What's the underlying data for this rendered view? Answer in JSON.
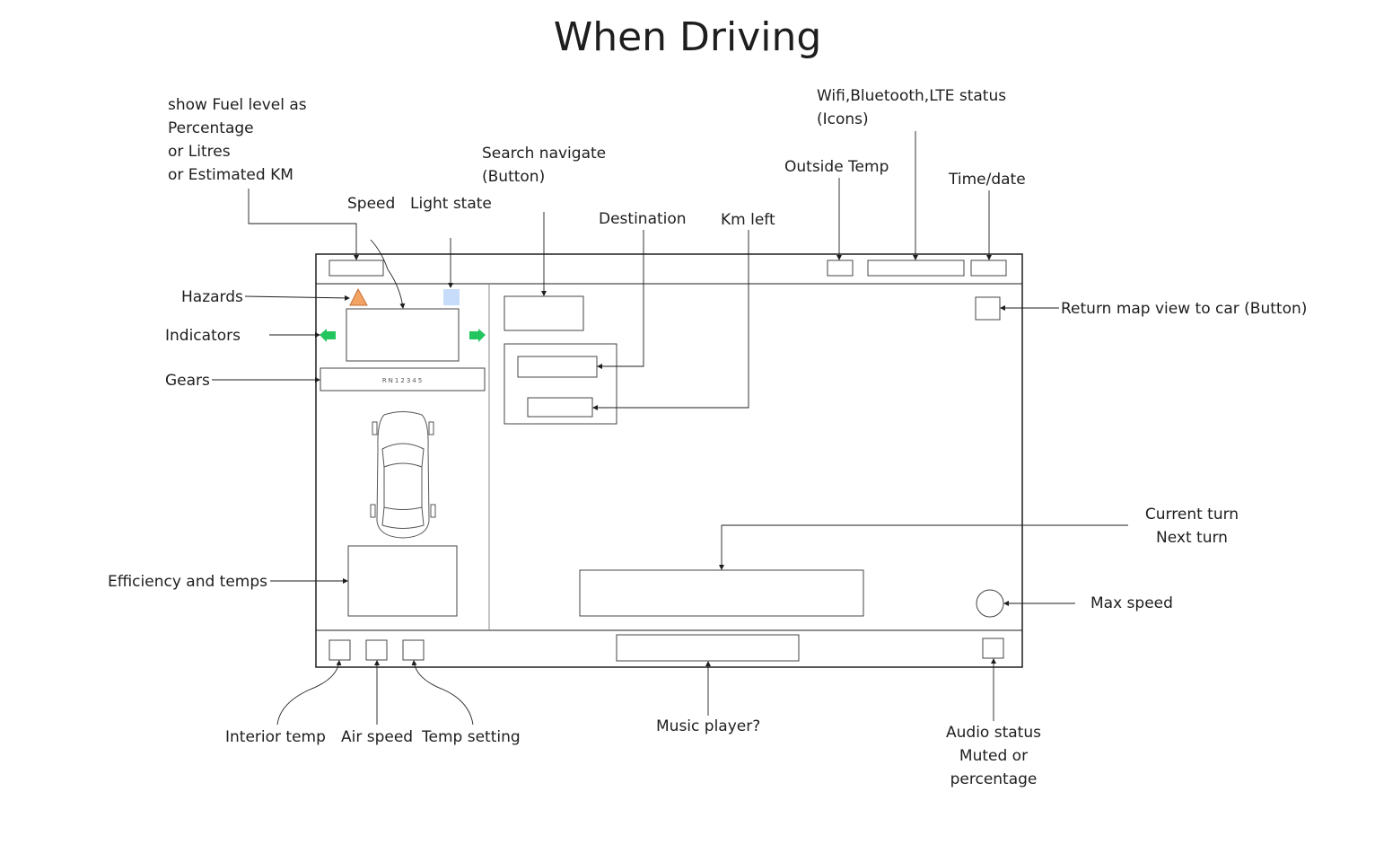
{
  "title": "When Driving",
  "labels": {
    "fuel": [
      "show Fuel level as",
      "Percentage",
      "or Litres",
      "or Estimated KM"
    ],
    "speed": "Speed",
    "light_state": "Light state",
    "search_navigate": [
      "Search navigate",
      "(Button)"
    ],
    "destination": "Destination",
    "km_left": "Km left",
    "outside_temp": "Outside Temp",
    "connectivity": [
      "Wifi,Bluetooth,LTE status",
      "(Icons)"
    ],
    "time_date": "Time/date",
    "hazards": "Hazards",
    "indicators": "Indicators",
    "gears": "Gears",
    "return_map": "Return map view to car (Button)",
    "efficiency": "Efficiency and temps",
    "turns": [
      "Current turn",
      "Next turn"
    ],
    "max_speed": "Max speed",
    "interior_temp": "Interior temp",
    "air_speed": "Air speed",
    "temp_setting": "Temp setting",
    "music_player": "Music player?",
    "audio_status": [
      "Audio status",
      "Muted or",
      "percentage"
    ]
  },
  "gear_selector": "RN12345",
  "colors": {
    "hazard": "#f4a261",
    "light_state": "#c7dcfb",
    "indicator": "#22c55e",
    "stroke": "#1e1e1e"
  }
}
